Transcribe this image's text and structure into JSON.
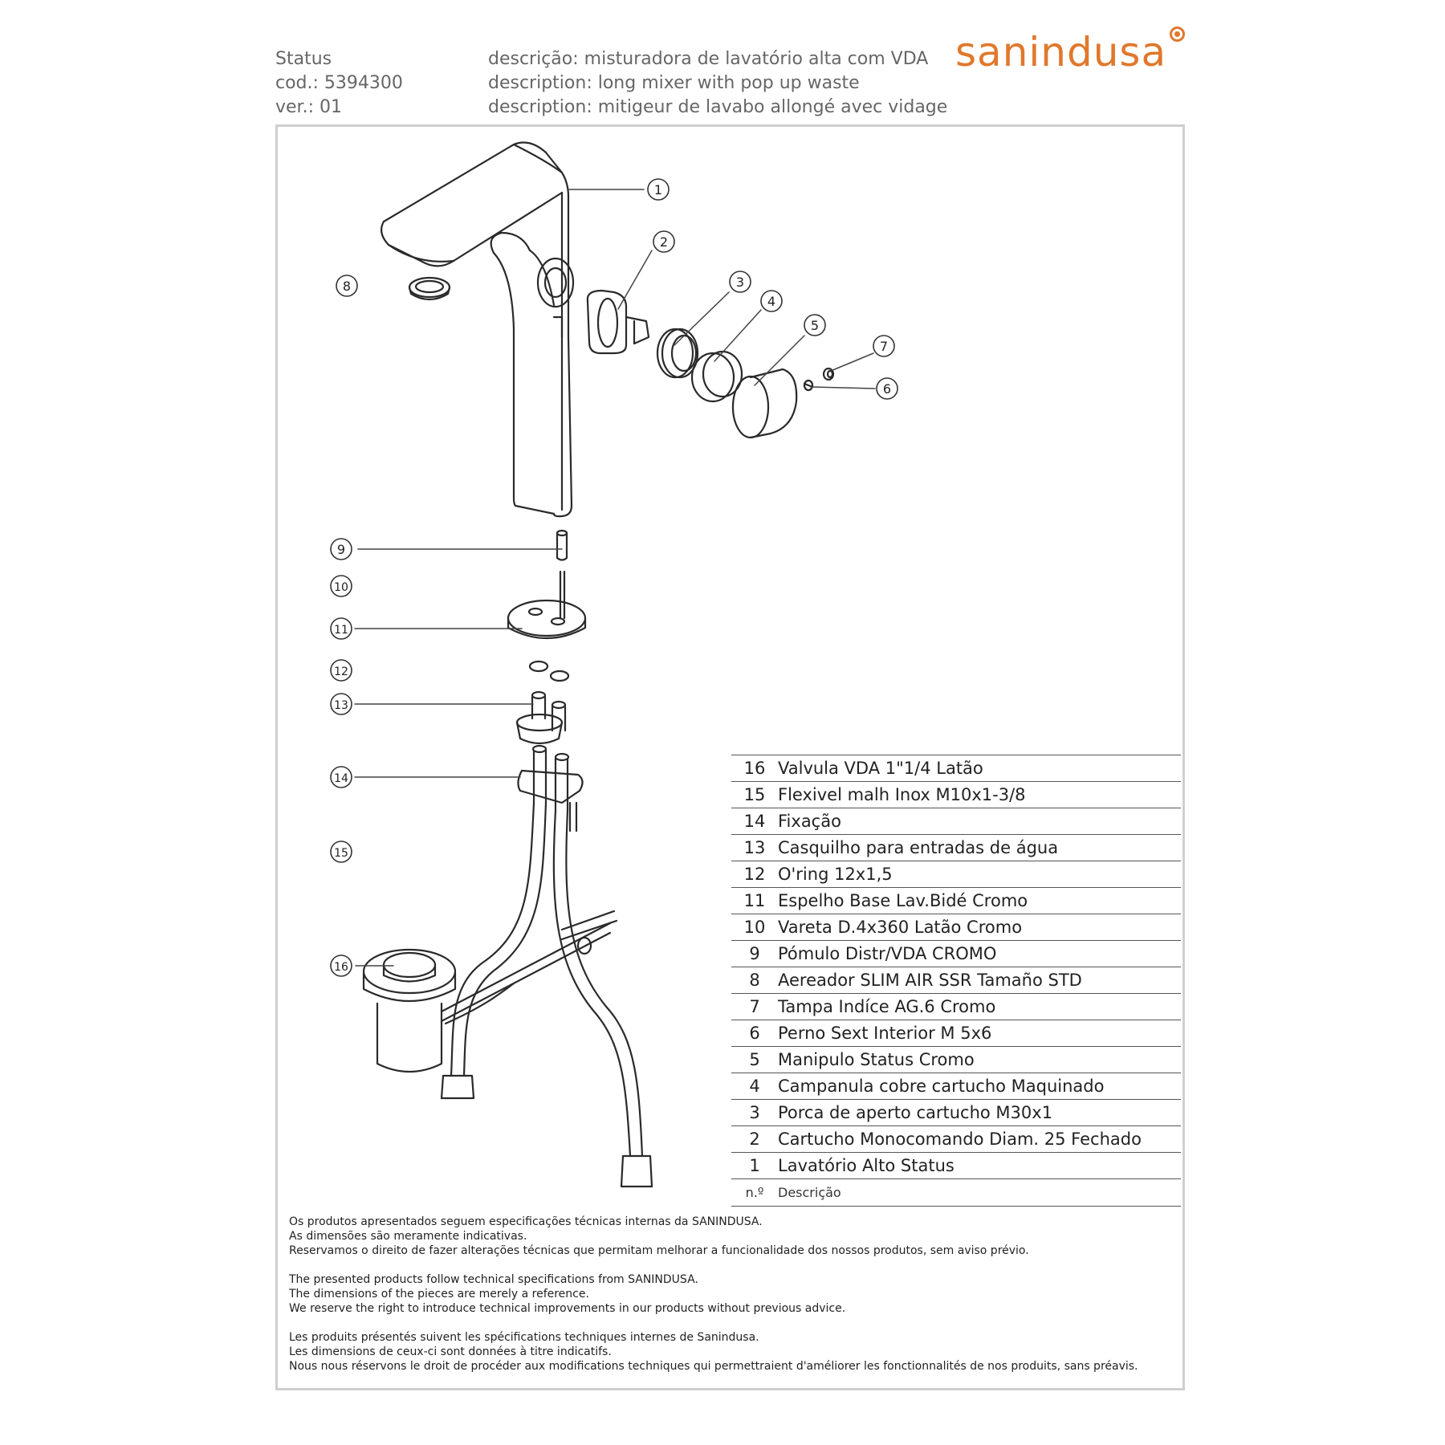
{
  "header": {
    "product": "Status",
    "code": "cod.: 5394300",
    "version": "ver.: 01",
    "desc_pt": "descrição: misturadora de lavatório alta com VDA",
    "desc_en": "description: long mixer with pop up waste",
    "desc_fr": "description: mitigeur de lavabo allongé avec vidage"
  },
  "brand": {
    "logo_text": "sanindusa",
    "accent_color": "#e0782c"
  },
  "callouts": [
    "1",
    "2",
    "3",
    "4",
    "5",
    "6",
    "7",
    "8",
    "9",
    "10",
    "11",
    "12",
    "13",
    "14",
    "15",
    "16"
  ],
  "parts_table": {
    "rows": [
      {
        "n": "16",
        "desc": "Valvula VDA 1\"1/4 Latão"
      },
      {
        "n": "15",
        "desc": "Flexivel malh Inox M10x1-3/8"
      },
      {
        "n": "14",
        "desc": "Fixação"
      },
      {
        "n": "13",
        "desc": "Casquilho para entradas de água"
      },
      {
        "n": "12",
        "desc": "O'ring 12x1,5"
      },
      {
        "n": "11",
        "desc": "Espelho Base Lav.Bidé Cromo"
      },
      {
        "n": "10",
        "desc": "Vareta D.4x360 Latão Cromo"
      },
      {
        "n": "9",
        "desc": "Pómulo Distr/VDA CROMO"
      },
      {
        "n": "8",
        "desc": "Aereador SLIM AIR SSR Tamaño STD"
      },
      {
        "n": "7",
        "desc": "Tampa Indíce AG.6 Cromo"
      },
      {
        "n": "6",
        "desc": "Perno Sext Interior M 5x6"
      },
      {
        "n": "5",
        "desc": "Manipulo Status Cromo"
      },
      {
        "n": "4",
        "desc": "Campanula cobre cartucho Maquinado"
      },
      {
        "n": "3",
        "desc": "Porca de aperto cartucho M30x1"
      },
      {
        "n": "2",
        "desc": "Cartucho Monocomando Diam. 25 Fechado"
      },
      {
        "n": "1",
        "desc": "Lavatório Alto Status"
      }
    ],
    "head_n": "n.º",
    "head_desc": "Descrição"
  },
  "footer": {
    "pt": [
      "Os produtos apresentados seguem especificações técnicas internas da SANINDUSA.",
      "As dimensões são meramente indicativas.",
      "Reservamos o direito de fazer alterações técnicas que permitam melhorar a funcionalidade dos nossos produtos, sem aviso prévio."
    ],
    "en": [
      "The presented products follow technical specifications from SANINDUSA.",
      "The dimensions of the pieces are merely a reference.",
      "We reserve the right to introduce technical improvements in our products without previous advice."
    ],
    "fr": [
      "Les produits présentés suivent les spécifications techniques internes de Sanindusa.",
      "Les dimensions de ceux-ci sont données à titre indicatifs.",
      "Nous nous réservons le droit de procéder aux modifications techniques qui permettraient d'améliorer les fonctionnalités de nos produits, sans préavis."
    ]
  }
}
